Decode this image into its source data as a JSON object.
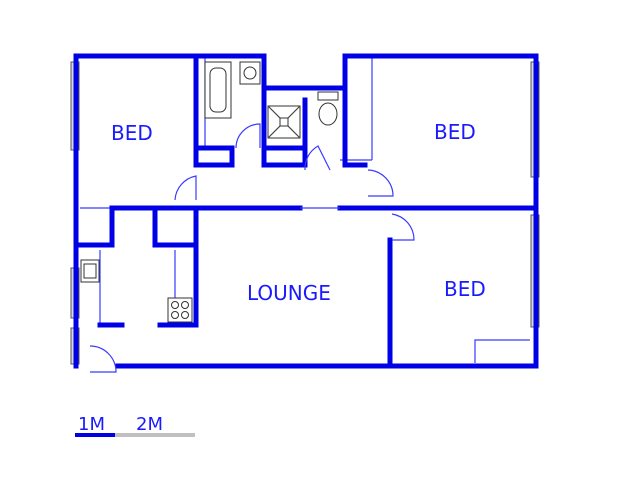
{
  "rooms": {
    "bed_top_left": "BED",
    "bed_top_right": "BED",
    "lounge": "LOUNGE",
    "bed_bottom_right": "BED"
  },
  "scale_bar": {
    "label_1": "1M",
    "label_2": "2M"
  },
  "colors": {
    "walls": "#0000e6",
    "labels": "#1a1aff",
    "scale_grey": "#c0c0c0"
  }
}
